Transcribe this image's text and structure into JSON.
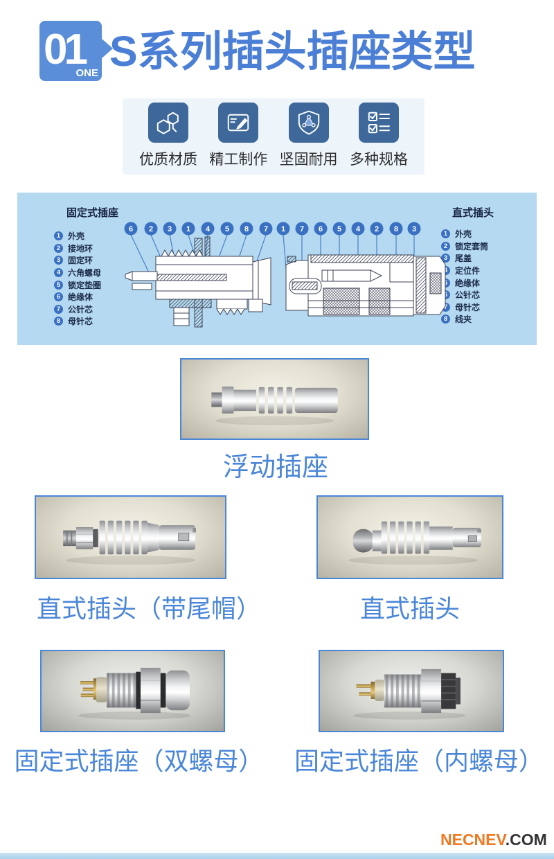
{
  "header": {
    "badge_number": "01",
    "badge_label": "ONE",
    "title": "S系列插头插座类型"
  },
  "features": {
    "items": [
      {
        "icon": "molecule-icon",
        "label": "优质材质"
      },
      {
        "icon": "edit-icon",
        "label": "精工制作"
      },
      {
        "icon": "shield-icon",
        "label": "坚固耐用"
      },
      {
        "icon": "checklist-icon",
        "label": "多种规格"
      }
    ]
  },
  "diagram": {
    "left": {
      "title": "固定式插座",
      "callouts": [
        "6",
        "2",
        "3",
        "1",
        "4",
        "5",
        "8",
        "7"
      ],
      "items": [
        {
          "num": "1",
          "label": "外壳"
        },
        {
          "num": "2",
          "label": "接地环"
        },
        {
          "num": "3",
          "label": "固定环"
        },
        {
          "num": "4",
          "label": "六角螺母"
        },
        {
          "num": "5",
          "label": "锁定垫圈"
        },
        {
          "num": "6",
          "label": "绝缘体"
        },
        {
          "num": "7",
          "label": "公针芯"
        },
        {
          "num": "8",
          "label": "母针芯"
        }
      ]
    },
    "right": {
      "title": "直式插头",
      "callouts": [
        "1",
        "7",
        "6",
        "5",
        "4",
        "2",
        "8",
        "3"
      ],
      "items": [
        {
          "num": "1",
          "label": "外壳"
        },
        {
          "num": "2",
          "label": "锁定套筒"
        },
        {
          "num": "3",
          "label": "尾盖"
        },
        {
          "num": "4",
          "label": "定位件"
        },
        {
          "num": "5",
          "label": "绝缘体"
        },
        {
          "num": "6",
          "label": "公针芯"
        },
        {
          "num": "7",
          "label": "母针芯"
        },
        {
          "num": "8",
          "label": "线夹"
        }
      ]
    }
  },
  "products": [
    {
      "caption": "浮动插座"
    },
    {
      "caption": "直式插头（带尾帽）"
    },
    {
      "caption": "直式插头"
    },
    {
      "caption": "固定式插座（双螺母）"
    },
    {
      "caption": "固定式插座（内螺母）"
    }
  ],
  "footer": {
    "brand": "NECNEV",
    "tld": ".COM"
  },
  "colors": {
    "title_blue": "#4b7fd6",
    "badge_blue": "#5a8ed8",
    "icon_blue": "#3d6899",
    "panel_blue": "#b4d9f0",
    "callout_blue": "#3a70c2",
    "caption_blue": "#4a86d8",
    "brand_orange": "#f07820",
    "brand_dark": "#333333"
  }
}
